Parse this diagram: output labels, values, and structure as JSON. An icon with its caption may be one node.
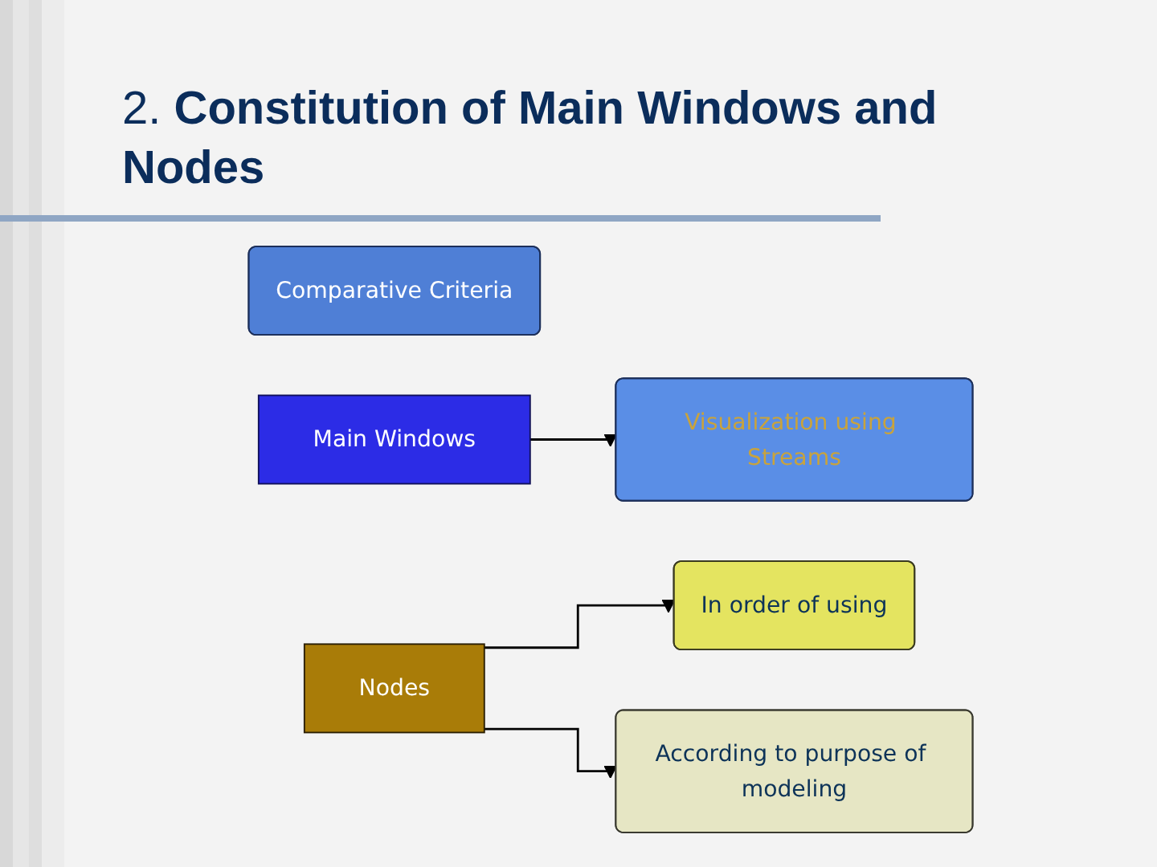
{
  "diagram": {
    "title": "2. **Constitution of Main Windows and Nodes**",
    "nodes": [
      {
        "text": [
          "Comparative Criteria"
        ]
      },
      {
        "text": [
          "Main Windows"
        ]
      },
      {
        "text": [
          "Visualization using Streams"
        ]
      },
      {
        "text": [
          "In order of using"
        ]
      },
      {
        "text": [
          "Nodes"
        ]
      },
      {
        "text": [
          "According to purpose of modeling"
        ]
      }
    ],
    "edges": [
      {
        "from": 1,
        "to": 2,
        "arrow": "to"
      },
      {
        "from": 4,
        "to": 3,
        "arrow": "to"
      },
      {
        "from": 4,
        "to": 5,
        "arrow": "to"
      }
    ]
  }
}
